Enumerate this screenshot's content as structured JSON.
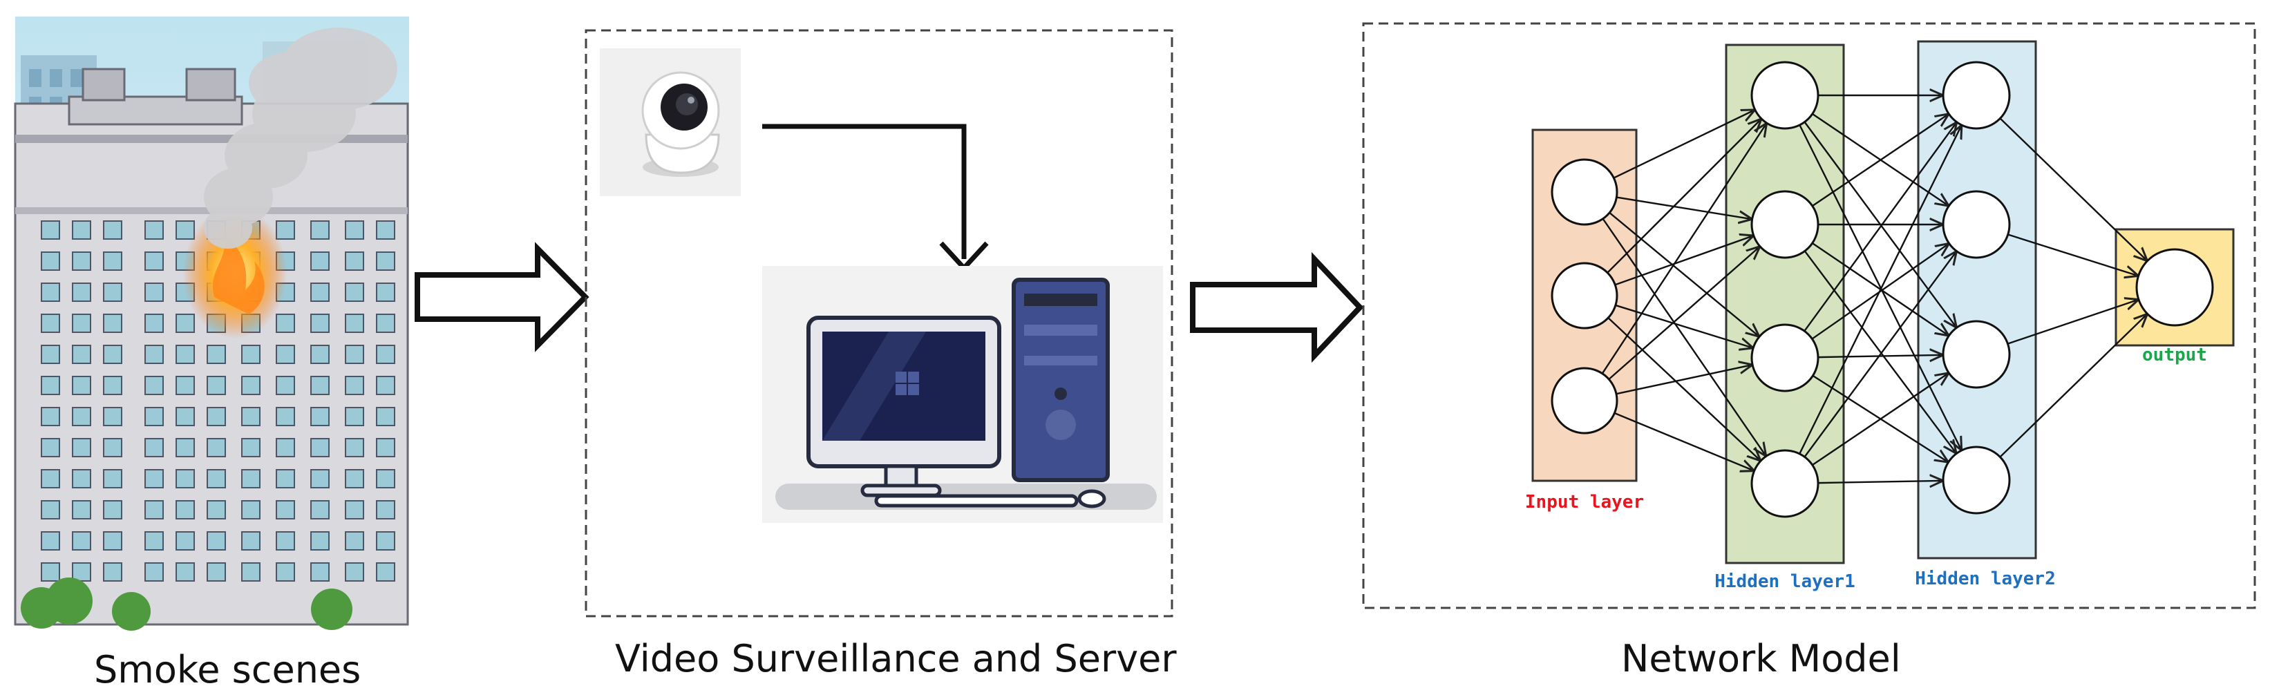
{
  "captions": {
    "smoke_scenes": "Smoke scenes",
    "video_server": "Video Surveillance and Server",
    "network_model": "Network Model"
  },
  "network": {
    "input_label": "Input layer",
    "hidden1_label": "Hidden layer1",
    "hidden2_label": "Hidden layer2",
    "output_label": "output",
    "input_nodes": 3,
    "hidden1_nodes": 4,
    "hidden2_nodes": 4,
    "output_nodes": 1
  },
  "colors": {
    "input_fill": "#f8d7bf",
    "hidden1_fill": "#d5e3bf",
    "hidden2_fill": "#d6eaf3",
    "output_fill": "#fde59b",
    "input_label": "#e8141e",
    "hidden_label": "#1f6fc1",
    "output_label": "#1aa64a"
  }
}
